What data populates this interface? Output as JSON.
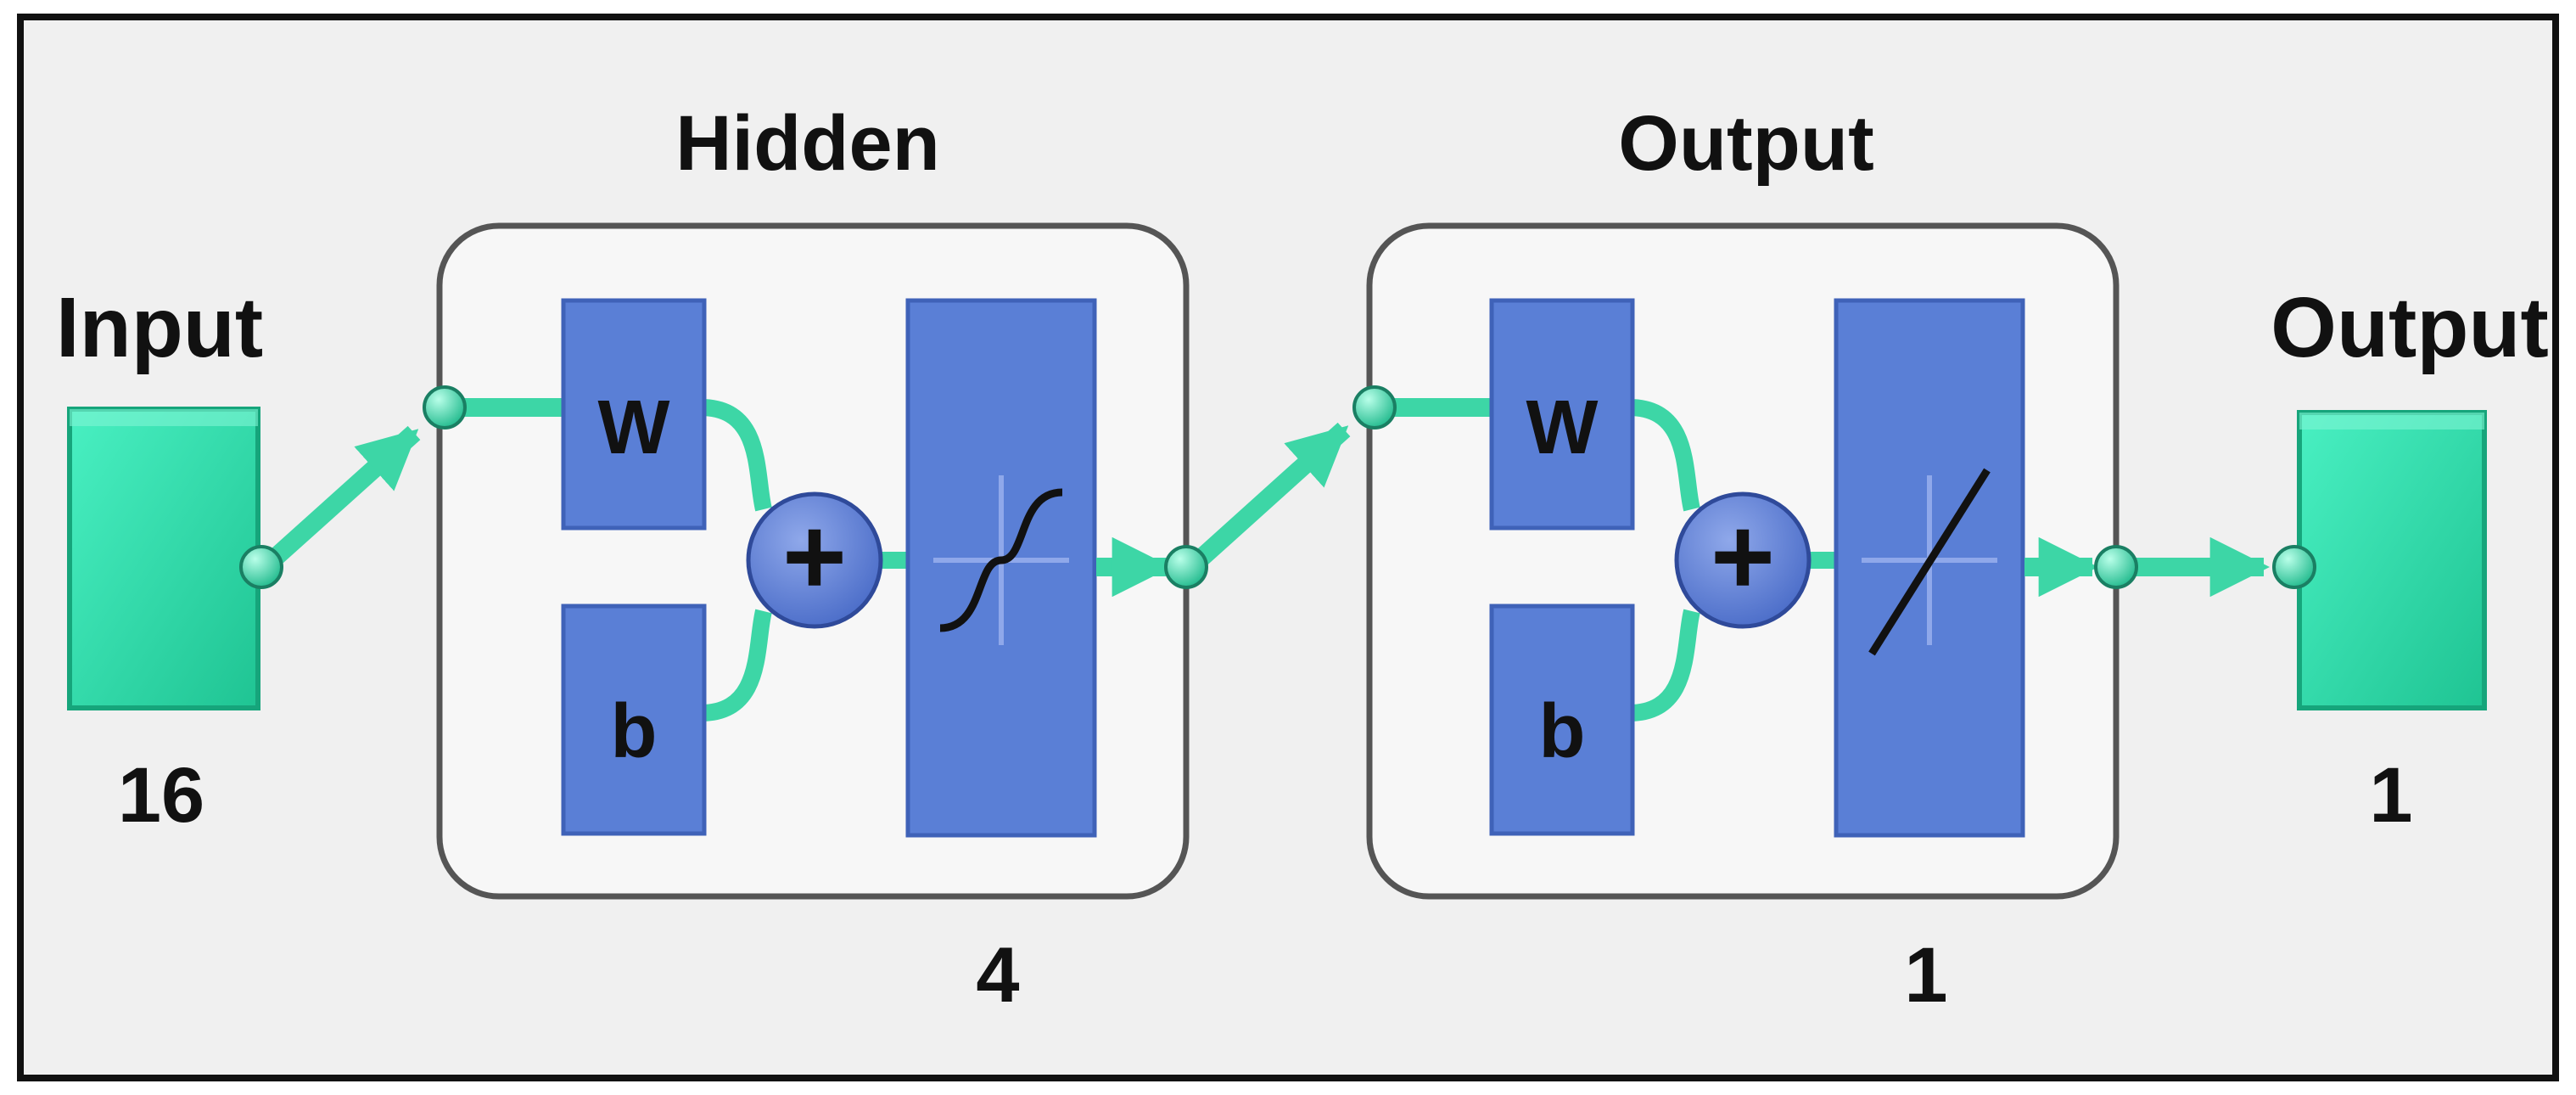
{
  "input": {
    "title": "Input",
    "size": "16"
  },
  "hidden_layer": {
    "title": "Hidden",
    "weight_label": "W",
    "bias_label": "b",
    "sum_symbol": "+",
    "transfer": "tansig-icon",
    "size": "4"
  },
  "output_layer": {
    "title": "Output",
    "weight_label": "W",
    "bias_label": "b",
    "sum_symbol": "+",
    "transfer": "purelin-icon",
    "size": "1"
  },
  "output": {
    "title": "Output",
    "size": "1"
  },
  "colors": {
    "background": "#f0f0f0",
    "node_green": "#2ed8a8",
    "connector": "#3dd6a6",
    "block_blue": "#5a7fd6",
    "block_edge": "#3f62b8",
    "layer_box": "#f7f7f7",
    "layer_border": "#555555",
    "frame": "#111111"
  }
}
